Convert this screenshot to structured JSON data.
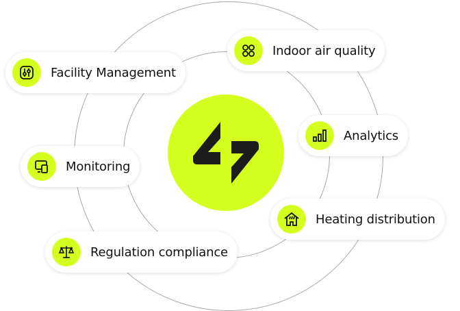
{
  "colors": {
    "accent": "#d4ff1f",
    "text": "#111111"
  },
  "hub": {
    "icon": "lightning-logo-icon"
  },
  "items": [
    {
      "label": "Facility Management",
      "icon": "sliders-icon"
    },
    {
      "label": "Indoor air quality",
      "icon": "four-circles-icon"
    },
    {
      "label": "Analytics",
      "icon": "bar-chart-icon"
    },
    {
      "label": "Monitoring",
      "icon": "devices-icon"
    },
    {
      "label": "Heating distribution",
      "icon": "house-heat-icon"
    },
    {
      "label": "Regulation compliance",
      "icon": "scales-icon"
    }
  ]
}
